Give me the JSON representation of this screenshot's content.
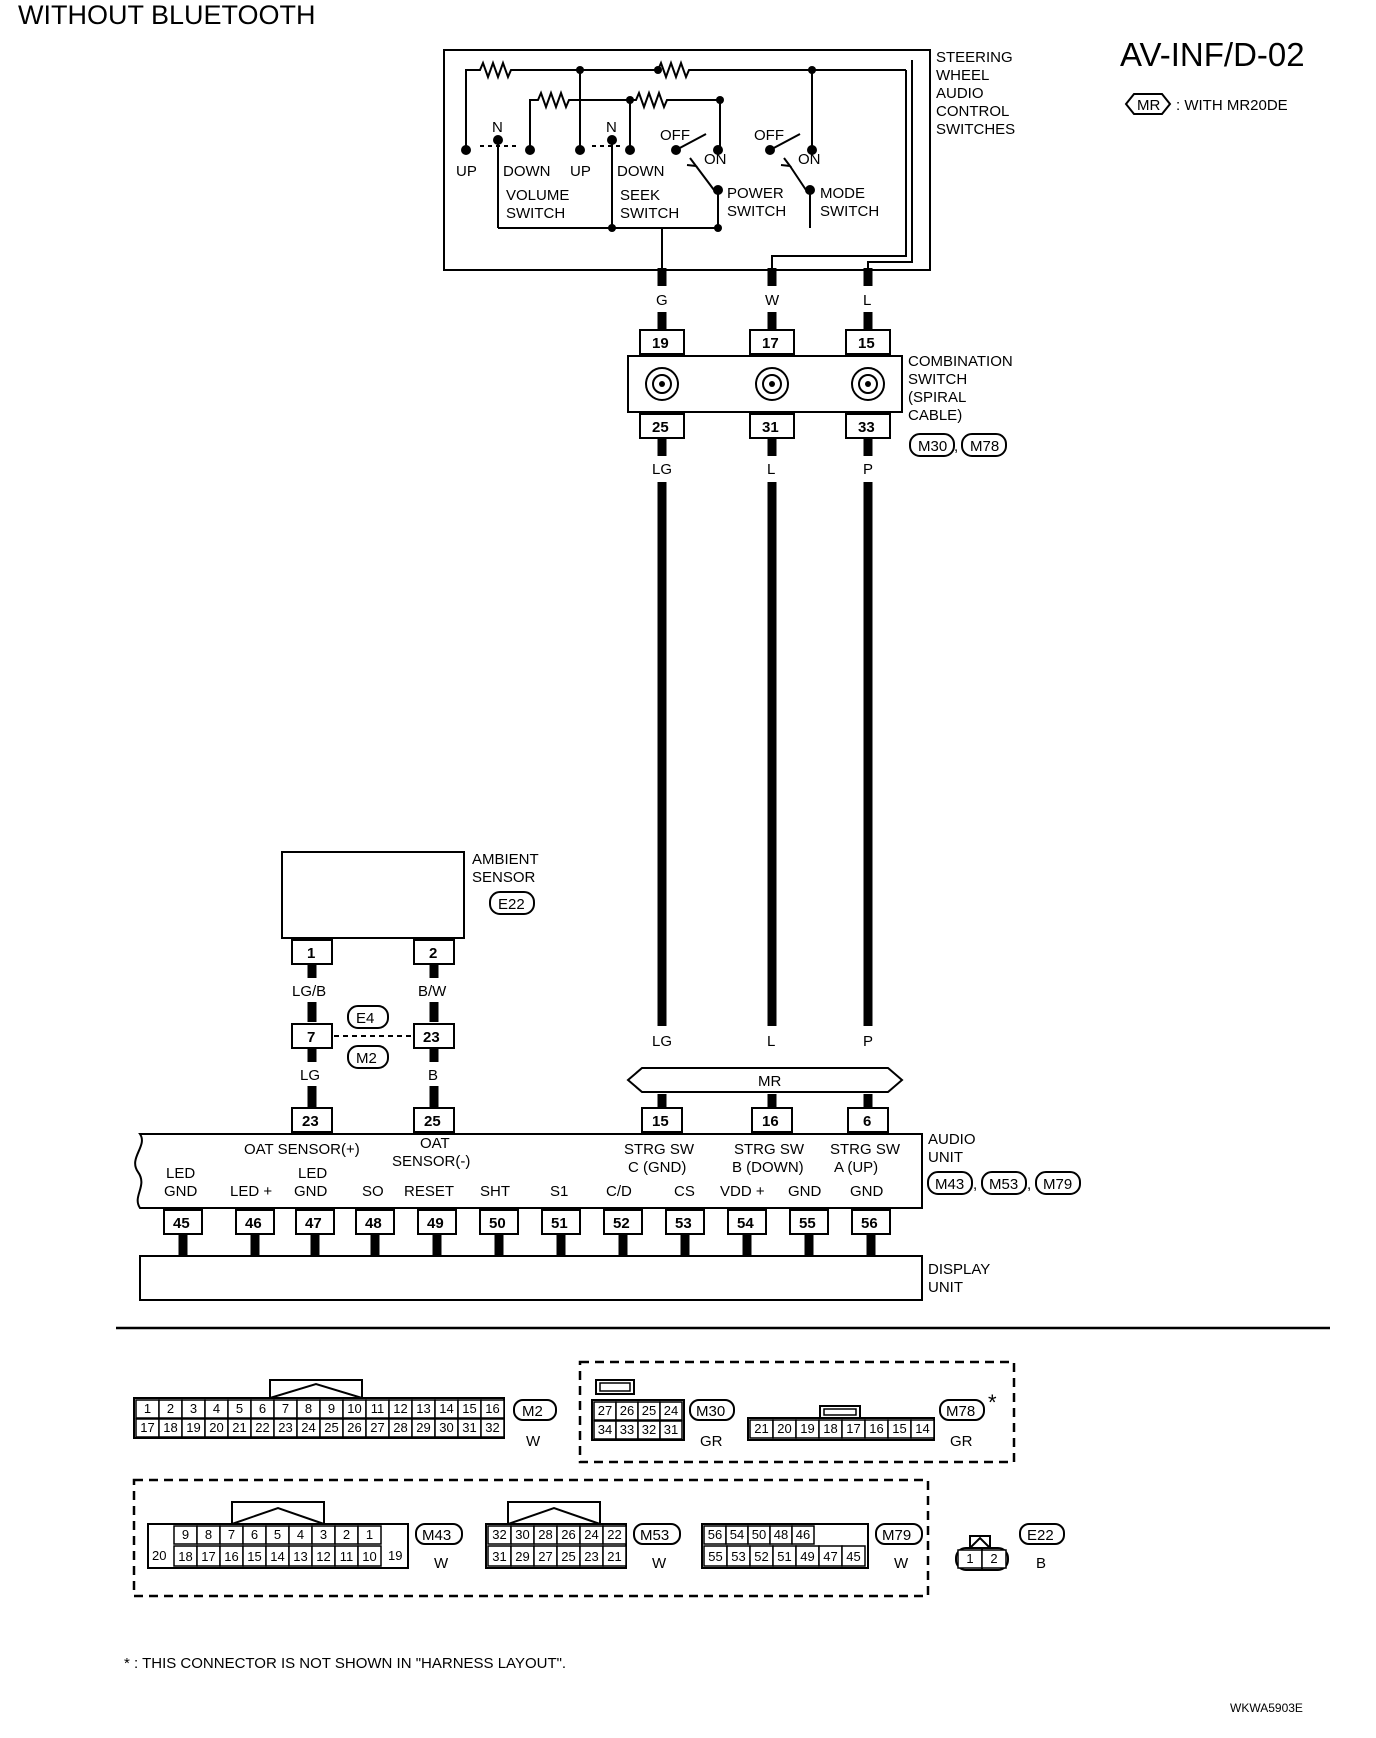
{
  "header": {
    "title": "WITHOUT BLUETOOTH",
    "code": "AV-INF/D-02",
    "legend_tag": "MR",
    "legend_text": ": WITH MR20DE"
  },
  "steering": {
    "name": "STEERING WHEEL AUDIO CONTROL SWITCHES",
    "name_lines": [
      "STEERING",
      "WHEEL",
      "AUDIO",
      "CONTROL",
      "SWITCHES"
    ],
    "sw_up": "UP",
    "sw_n": "N",
    "sw_down": "DOWN",
    "sw_off": "OFF",
    "sw_on": "ON",
    "volume": [
      "VOLUME",
      "SWITCH"
    ],
    "seek": [
      "SEEK",
      "SWITCH"
    ],
    "power": [
      "POWER",
      "SWITCH"
    ],
    "mode": [
      "MODE",
      "SWITCH"
    ]
  },
  "wires_top": [
    "G",
    "W",
    "L"
  ],
  "combination_switch": {
    "name_lines": [
      "COMBINATION",
      "SWITCH",
      "(SPIRAL",
      "CABLE)"
    ],
    "pins_top": [
      "19",
      "17",
      "15"
    ],
    "pins_bottom": [
      "25",
      "31",
      "33"
    ],
    "connectors": [
      "M30",
      "M78"
    ]
  },
  "wires_mid": [
    "LG",
    "L",
    "P"
  ],
  "wires_lower": [
    "LG",
    "L",
    "P"
  ],
  "mr_label": "MR",
  "ambient_sensor": {
    "name_lines": [
      "AMBIENT",
      "SENSOR"
    ],
    "connector": "E22",
    "pins": [
      "1",
      "2"
    ],
    "wires_upper": [
      "LG/B",
      "B/W"
    ],
    "joint_pins": [
      "7",
      "23"
    ],
    "joint_connectors": [
      "E4",
      "M2"
    ],
    "wires_lower": [
      "LG",
      "B"
    ]
  },
  "audio_unit": {
    "name_lines": [
      "AUDIO",
      "UNIT"
    ],
    "connectors": [
      "M43",
      "M53",
      "M79"
    ],
    "pins_top": [
      "23",
      "25",
      "15",
      "16",
      "6"
    ],
    "labels_top": {
      "oat_plus": "OAT SENSOR(+)",
      "oat_minus": [
        "OAT",
        "SENSOR(-)"
      ],
      "strg_c": [
        "STRG SW",
        "C (GND)"
      ],
      "strg_b": [
        "STRG SW",
        "B (DOWN)"
      ],
      "strg_a": [
        "STRG SW",
        "A (UP)"
      ]
    },
    "labels_bottom": [
      [
        "LED",
        "GND"
      ],
      [
        "LED +"
      ],
      [
        "LED",
        "GND"
      ],
      [
        "SO"
      ],
      [
        "RESET"
      ],
      [
        "SHT"
      ],
      [
        "S1"
      ],
      [
        "C/D"
      ],
      [
        "CS"
      ],
      [
        "VDD +"
      ],
      [
        "GND"
      ],
      [
        "GND"
      ]
    ],
    "pins_bottom": [
      "45",
      "46",
      "47",
      "48",
      "49",
      "50",
      "51",
      "52",
      "53",
      "54",
      "55",
      "56"
    ]
  },
  "display_unit": {
    "name_lines": [
      "DISPLAY",
      "UNIT"
    ]
  },
  "connector_faces": {
    "m2": {
      "id": "M2",
      "color": "W",
      "row1": [
        "1",
        "2",
        "3",
        "4",
        "5",
        "6",
        "7",
        "8",
        "9",
        "10",
        "11",
        "12",
        "13",
        "14",
        "15",
        "16"
      ],
      "row2": [
        "17",
        "18",
        "19",
        "20",
        "21",
        "22",
        "23",
        "24",
        "25",
        "26",
        "27",
        "28",
        "29",
        "30",
        "31",
        "32"
      ]
    },
    "m30": {
      "id": "M30",
      "color": "GR",
      "row1": [
        "27",
        "26",
        "25",
        "24"
      ],
      "row2": [
        "34",
        "33",
        "32",
        "31"
      ]
    },
    "m78": {
      "id": "M78",
      "color": "GR",
      "mark": "*",
      "row": [
        "21",
        "20",
        "19",
        "18",
        "17",
        "16",
        "15",
        "14"
      ]
    },
    "m43": {
      "id": "M43",
      "color": "W",
      "row1": [
        "9",
        "8",
        "7",
        "6",
        "5",
        "4",
        "3",
        "2",
        "1"
      ],
      "row2": [
        "18",
        "17",
        "16",
        "15",
        "14",
        "13",
        "12",
        "11",
        "10"
      ],
      "left": "20",
      "right": "19"
    },
    "m53": {
      "id": "M53",
      "color": "W",
      "row1": [
        "32",
        "30",
        "28",
        "26",
        "24",
        "22"
      ],
      "row2": [
        "31",
        "29",
        "27",
        "25",
        "23",
        "21"
      ]
    },
    "m79": {
      "id": "M79",
      "color": "W",
      "row1": [
        "56",
        "54",
        "50",
        "48",
        "46"
      ],
      "row2": [
        "55",
        "53",
        "52",
        "51",
        "49",
        "47",
        "45"
      ]
    },
    "e22": {
      "id": "E22",
      "color": "B",
      "row": [
        "1",
        "2"
      ]
    }
  },
  "footnote": "* : THIS CONNECTOR IS NOT SHOWN IN \"HARNESS LAYOUT\".",
  "figure_code": "WKWA5903E"
}
